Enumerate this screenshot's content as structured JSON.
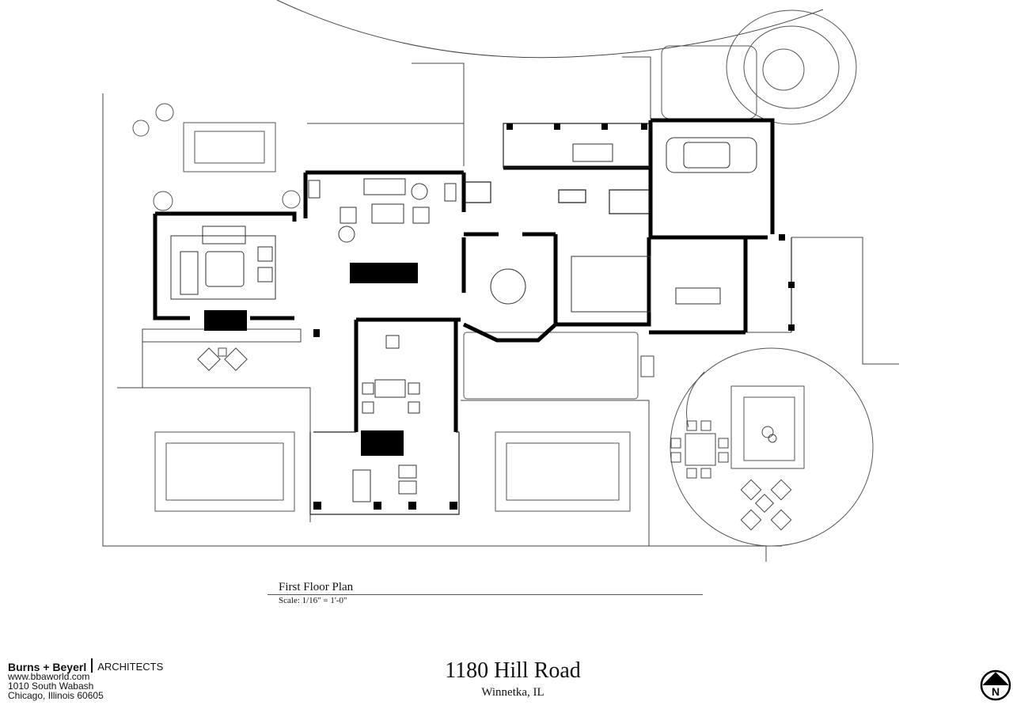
{
  "drawing": {
    "plan_title": "First Floor Plan",
    "plan_scale": "Scale: 1/16\" = 1'-0\""
  },
  "firm": {
    "name": "Burns + Beyerl",
    "type": "ARCHITECTS",
    "website": "www.bbaworld.com",
    "street": "1010 South Wabash",
    "city": "Chicago, Illinois 60605"
  },
  "project": {
    "address": "1180 Hill Road",
    "city": "Winnetka, IL"
  },
  "north_arrow": {
    "label": "N"
  },
  "colors": {
    "line": "#333333",
    "wall": "#000000",
    "paper": "#ffffff"
  }
}
